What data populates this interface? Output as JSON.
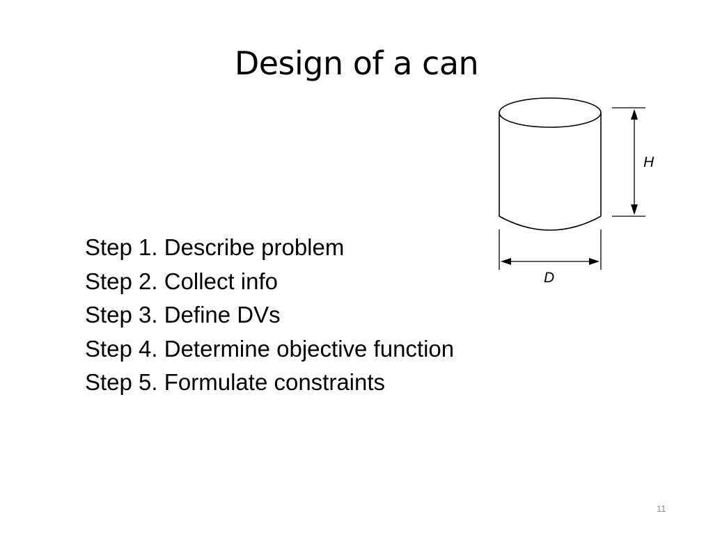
{
  "slide": {
    "title": "Design of a can",
    "steps": [
      "Step 1. Describe problem",
      "Step 2. Collect info",
      "Step 3. Define DVs",
      "Step 4. Determine objective function",
      "Step 5. Formulate constraints"
    ],
    "page_number": "11"
  },
  "diagram": {
    "height_label": "H",
    "diameter_label": "D"
  }
}
